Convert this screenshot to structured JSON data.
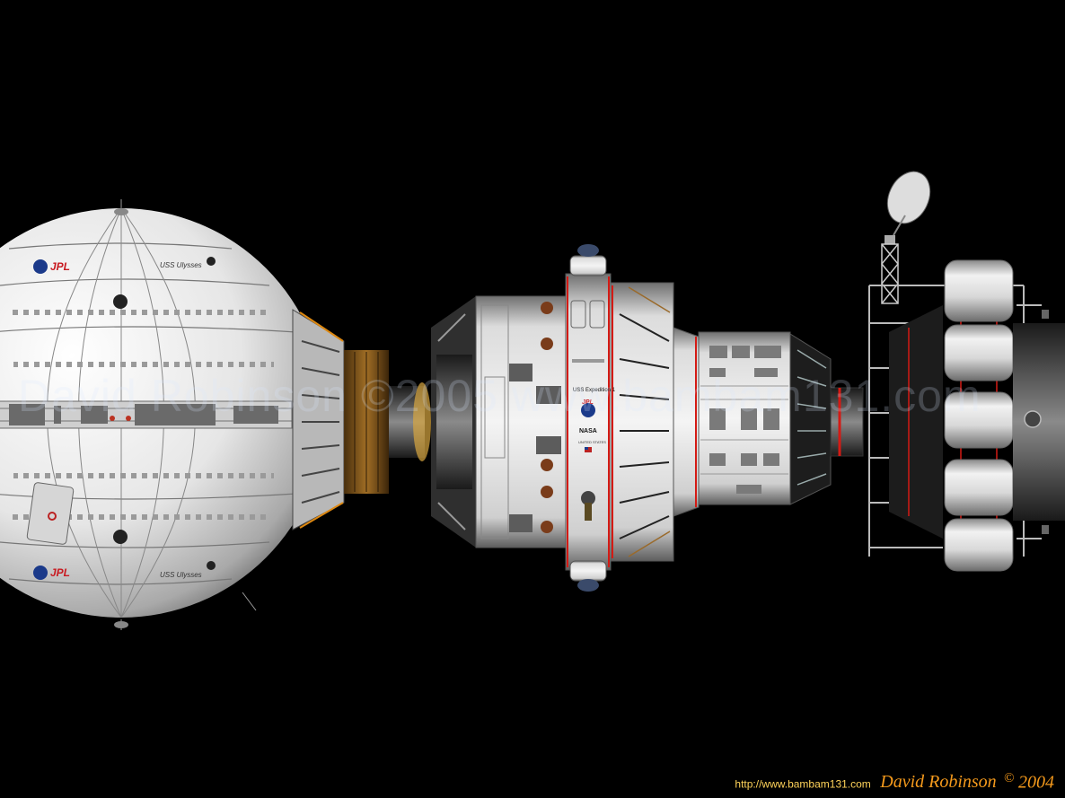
{
  "scene": {
    "background": "#000000",
    "accent_red": "#d41a14",
    "hull_color": "#e9e9e9"
  },
  "labels": {
    "sphere_badge": "JPL",
    "sphere_name": "USS Ulysses",
    "module_name": "USS Expedition 1",
    "module_agency": "NASA",
    "module_badge": "JPL",
    "module_country": "UNITED STATES"
  },
  "watermark": {
    "text": "David Robinson ©2005 www.bambam131.com"
  },
  "credit": {
    "url": "http://www.bambam131.com",
    "author": "David Robinson",
    "copyright_symbol": "©",
    "year": "2004",
    "url_color": "#ffd35a",
    "text_color": "#f59a1c"
  }
}
